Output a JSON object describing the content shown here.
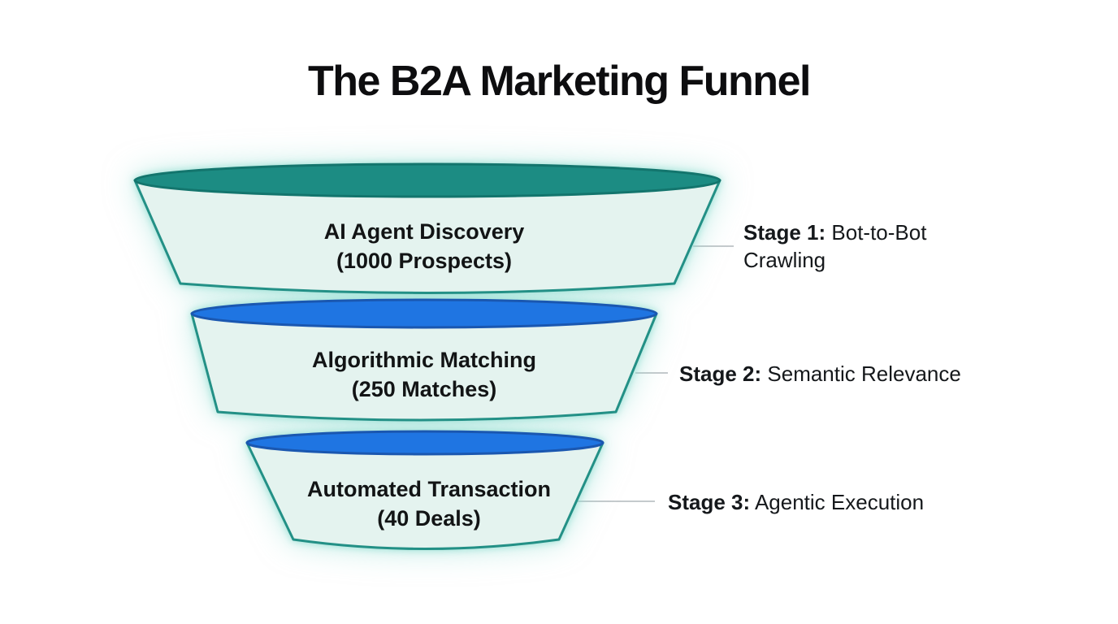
{
  "title": "The B2A Marketing Funnel",
  "funnel": {
    "stages": [
      {
        "label": "AI Agent Discovery",
        "sublabel": "(1000 Prospects)",
        "value": 1000,
        "stage_prefix": "Stage 1:",
        "stage_name": "Bot-to-Bot Crawling",
        "top_color": "#1c8c83"
      },
      {
        "label": "Algorithmic Matching",
        "sublabel": "(250 Matches)",
        "value": 250,
        "stage_prefix": "Stage 2:",
        "stage_name": "Semantic Relevance",
        "top_color": "#1f75e2"
      },
      {
        "label": "Automated Transaction",
        "sublabel": "(40 Deals)",
        "value": 40,
        "stage_prefix": "Stage 3:",
        "stage_name": "Agentic Execution",
        "top_color": "#1f75e2"
      }
    ]
  },
  "colors": {
    "background": "#ffffff",
    "funnel_body_fill": "#e4f3ef",
    "funnel_body_stroke": "#239086",
    "teal_top": "#1c8c83",
    "teal_top_stroke": "#13756d",
    "blue_top": "#1f75e2",
    "blue_top_stroke": "#1a57b0",
    "connector_line": "#c5cacd",
    "text": "#121415",
    "glow": "#8cdccf"
  }
}
